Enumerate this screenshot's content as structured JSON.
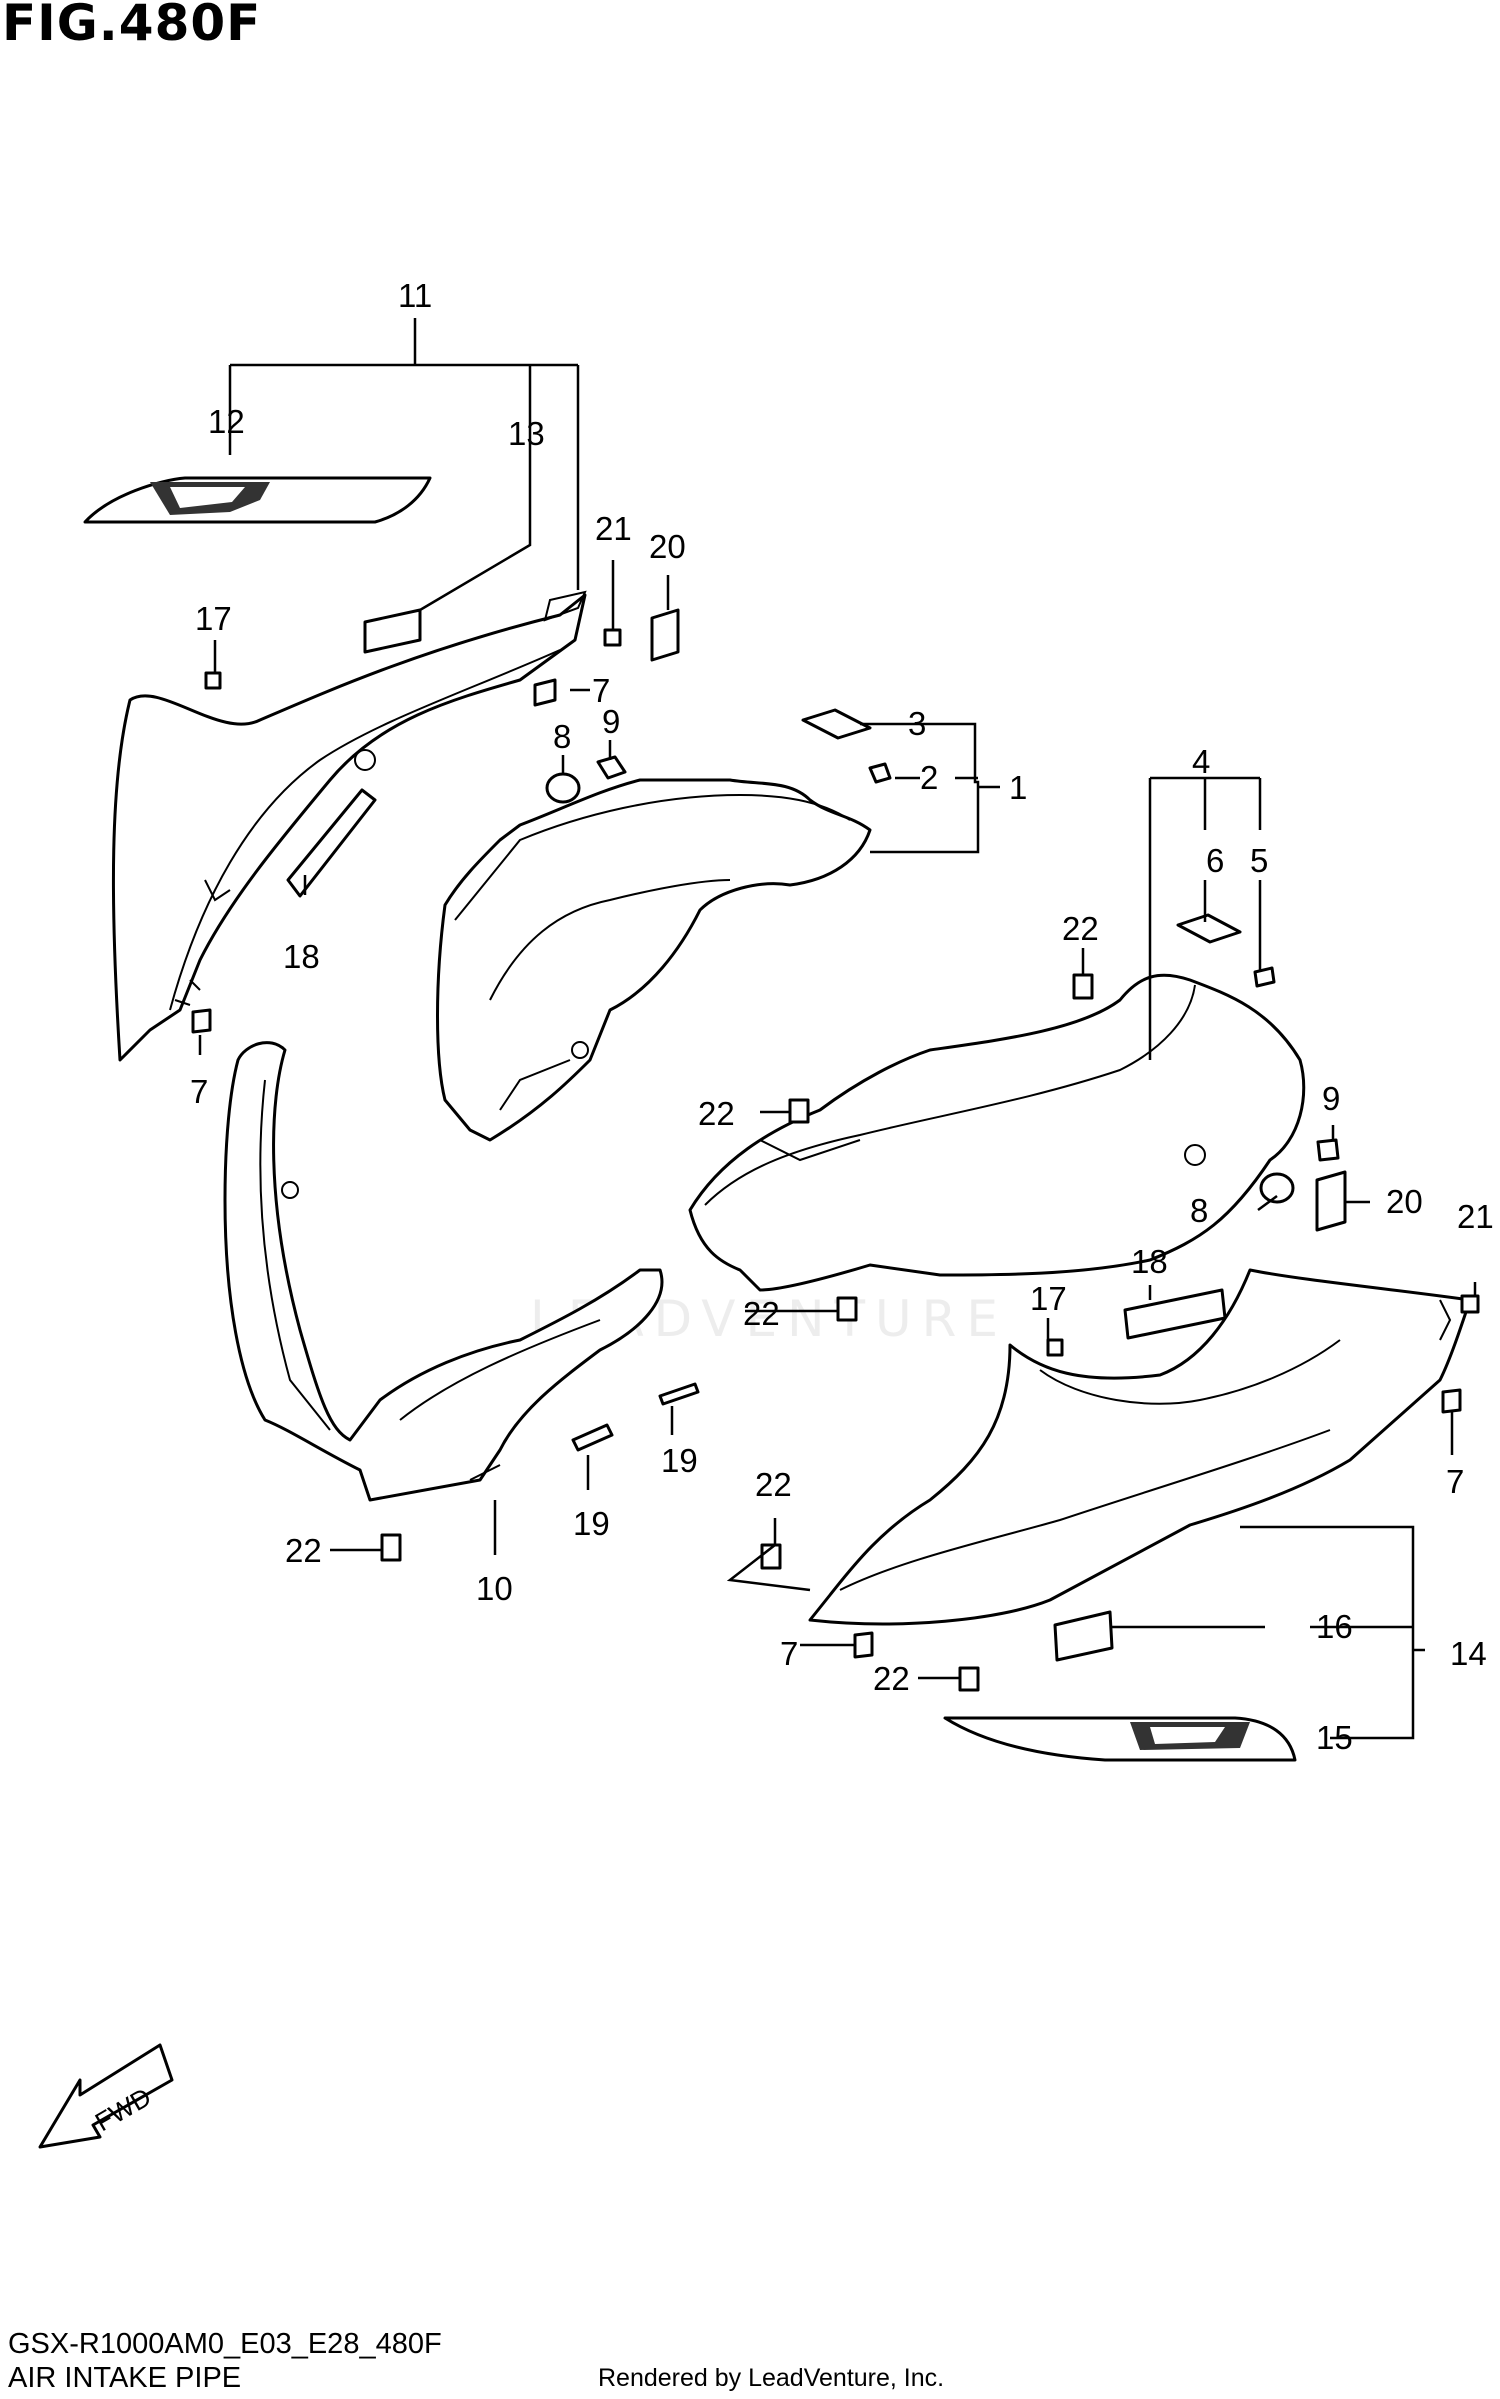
{
  "figure": {
    "title": "FIG.480F",
    "model_code": "GSX-R1000AM0_E03_E28_480F",
    "caption": "AIR INTAKE PIPE",
    "credit": "Rendered by LeadVenture, Inc.",
    "watermark": "LEADVENTURE"
  },
  "direction_marker": "FWD",
  "callouts": {
    "c11": "11",
    "c12": "12",
    "c13": "13",
    "c17a": "17",
    "c21a": "21",
    "c20a": "20",
    "c7a": "7",
    "c8a": "8",
    "c9a": "9",
    "c3": "3",
    "c2": "2",
    "c1": "1",
    "c18a": "18",
    "c7b": "7",
    "c4": "4",
    "c6": "6",
    "c5": "5",
    "c22a": "22",
    "c22b": "22",
    "c9b": "9",
    "c8b": "8",
    "c20b": "20",
    "c21b": "21",
    "c18b": "18",
    "c17b": "17",
    "c22c": "22",
    "c7c": "7",
    "c19a": "19",
    "c19b": "19",
    "c22d": "22",
    "c10": "10",
    "c22e": "22",
    "c16": "16",
    "c14": "14",
    "c7d": "7",
    "c22f": "22",
    "c15": "15"
  }
}
